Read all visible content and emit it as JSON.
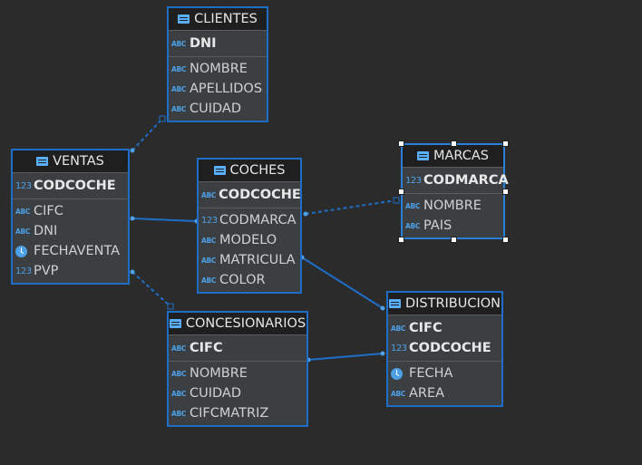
{
  "diagram": {
    "colors": {
      "background": "#2b2b2b",
      "entity_border": "#1e6ec8",
      "link": "#1e6ec8",
      "type_icon": "#4d9fe6"
    },
    "entities": {
      "clientes": {
        "title": "CLIENTES",
        "pk": [
          {
            "name": "DNI",
            "type": "text"
          }
        ],
        "attrs": [
          {
            "name": "NOMBRE",
            "type": "text"
          },
          {
            "name": "APELLIDOS",
            "type": "text"
          },
          {
            "name": "CUIDAD",
            "type": "text"
          }
        ]
      },
      "ventas": {
        "title": "VENTAS",
        "pk": [
          {
            "name": "CODCOCHE",
            "type": "number"
          }
        ],
        "attrs": [
          {
            "name": "CIFC",
            "type": "text"
          },
          {
            "name": "DNI",
            "type": "text"
          },
          {
            "name": "FECHAVENTA",
            "type": "date"
          },
          {
            "name": "PVP",
            "type": "number"
          }
        ]
      },
      "coches": {
        "title": "COCHES",
        "pk": [
          {
            "name": "CODCOCHE",
            "type": "text"
          }
        ],
        "attrs": [
          {
            "name": "CODMARCA",
            "type": "number"
          },
          {
            "name": "MODELO",
            "type": "text"
          },
          {
            "name": "MATRICULA",
            "type": "text"
          },
          {
            "name": "COLOR",
            "type": "text"
          }
        ]
      },
      "marcas": {
        "title": "MARCAS",
        "pk": [
          {
            "name": "CODMARCA",
            "type": "number"
          }
        ],
        "attrs": [
          {
            "name": "NOMBRE",
            "type": "text"
          },
          {
            "name": "PAIS",
            "type": "text"
          }
        ]
      },
      "concesionarios": {
        "title": "CONCESIONARIOS",
        "pk": [
          {
            "name": "CIFC",
            "type": "text"
          }
        ],
        "attrs": [
          {
            "name": "NOMBRE",
            "type": "text"
          },
          {
            "name": "CUIDAD",
            "type": "text"
          },
          {
            "name": "CIFCMATRIZ",
            "type": "text"
          }
        ]
      },
      "distribucion": {
        "title": "DISTRIBUCION",
        "pk": [
          {
            "name": "CIFC",
            "type": "text"
          },
          {
            "name": "CODCOCHE",
            "type": "number"
          }
        ],
        "attrs": [
          {
            "name": "FECHA",
            "type": "date"
          },
          {
            "name": "AREA",
            "type": "text"
          }
        ]
      }
    },
    "type_icons": {
      "text": "ABC",
      "number": "123",
      "date": "clock-icon"
    },
    "links": [
      {
        "from": "ventas",
        "to": "clientes",
        "style": "dashed"
      },
      {
        "from": "ventas",
        "to": "coches",
        "style": "solid"
      },
      {
        "from": "ventas",
        "to": "concesionarios",
        "style": "dashed"
      },
      {
        "from": "coches",
        "to": "marcas",
        "style": "dashed"
      },
      {
        "from": "coches",
        "to": "distribucion",
        "style": "solid"
      },
      {
        "from": "concesionarios",
        "to": "distribucion",
        "style": "solid"
      }
    ],
    "selected": "marcas"
  }
}
